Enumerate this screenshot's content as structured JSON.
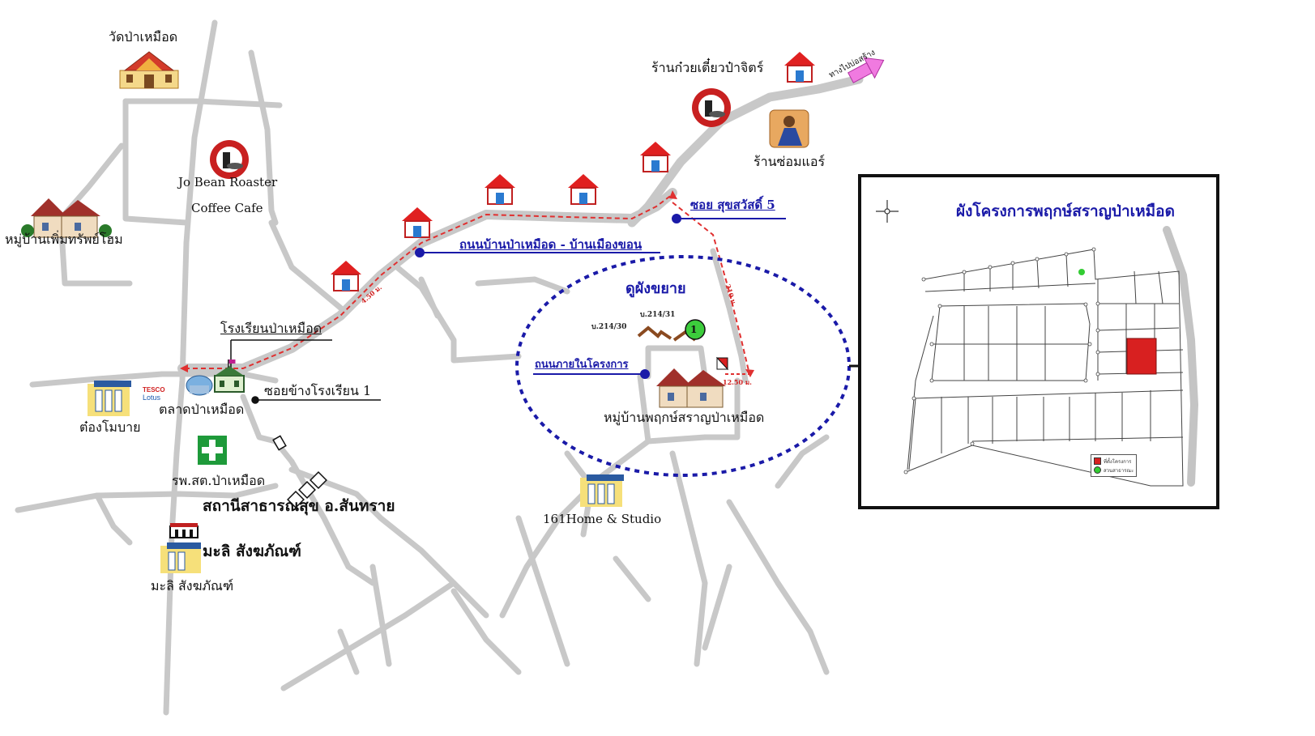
{
  "labels": {
    "temple": "วัดป่าเหมือด",
    "coffee_1": "Jo Bean Roaster",
    "coffee_2": "Coffee Cafe",
    "village_perm": "หมู่บ้านเพิ่มทรัพย์โฮม",
    "noodle_shop": "ร้านก๋วยเตี๋ยวป๋าจิตร์",
    "to_sankamphaeng": "ทางไปบ่อสร้าง",
    "aircon_shop": "ร้านซ่อมแอร์",
    "soi_sukhasawat": "ซอย สุขสวัสดิ์ 5",
    "main_road": "ถนนบ้านป่าเหมือด - บ้านเมืองขอน",
    "school": "โรงเรียนป่าเหมือด",
    "zoom_plan": "ดูผังขยาย",
    "house_1": "บ.214/30",
    "house_2": "บ.214/31",
    "internal_road": "ถนนภายในโครงการ",
    "project": "หมู่บ้านพฤกษ์สราญป่าเหมือด",
    "soi_school": "ซอยข้างโรงเรียน 1",
    "tesco_1": "TESCO",
    "tesco_2": "Lotus",
    "market": "ตลาดป่าเหมือด",
    "tong": "ต๋องโมบาย",
    "hospital": "รพ.สต.ป่าเหมือด",
    "health_station": "สถานีสาธารณสุข อ.สันทราย",
    "malee_1": "มะลิ สังฆภัณฑ์",
    "malee_2": "มะลิ สังฆภัณฑ์",
    "studio": "161Home & Studio",
    "dist_1": "4.50 ม.",
    "dist_2": "210 ม.",
    "dist_3": "12.50 ม.",
    "tesco_dist": "1"
  },
  "inset": {
    "title": "ผังโครงการพฤกษ์สราญป่าเหมือด",
    "legend_1": "ที่ตั้งโครงการ",
    "legend_2": "สวนสาธารณะ"
  },
  "colors": {
    "road": "#c8c8c8",
    "route": "#e03030",
    "pointer": "#1a1aa8",
    "highlight": "#d82020",
    "park": "#33cc33"
  },
  "icons": {
    "house": "house-icon",
    "temple": "temple-icon",
    "cafe": "cafe-icon",
    "shop": "shop-icon",
    "hospital": "hospital-cross-icon",
    "arrow": "direction-arrow-icon",
    "compass": "compass-icon"
  }
}
